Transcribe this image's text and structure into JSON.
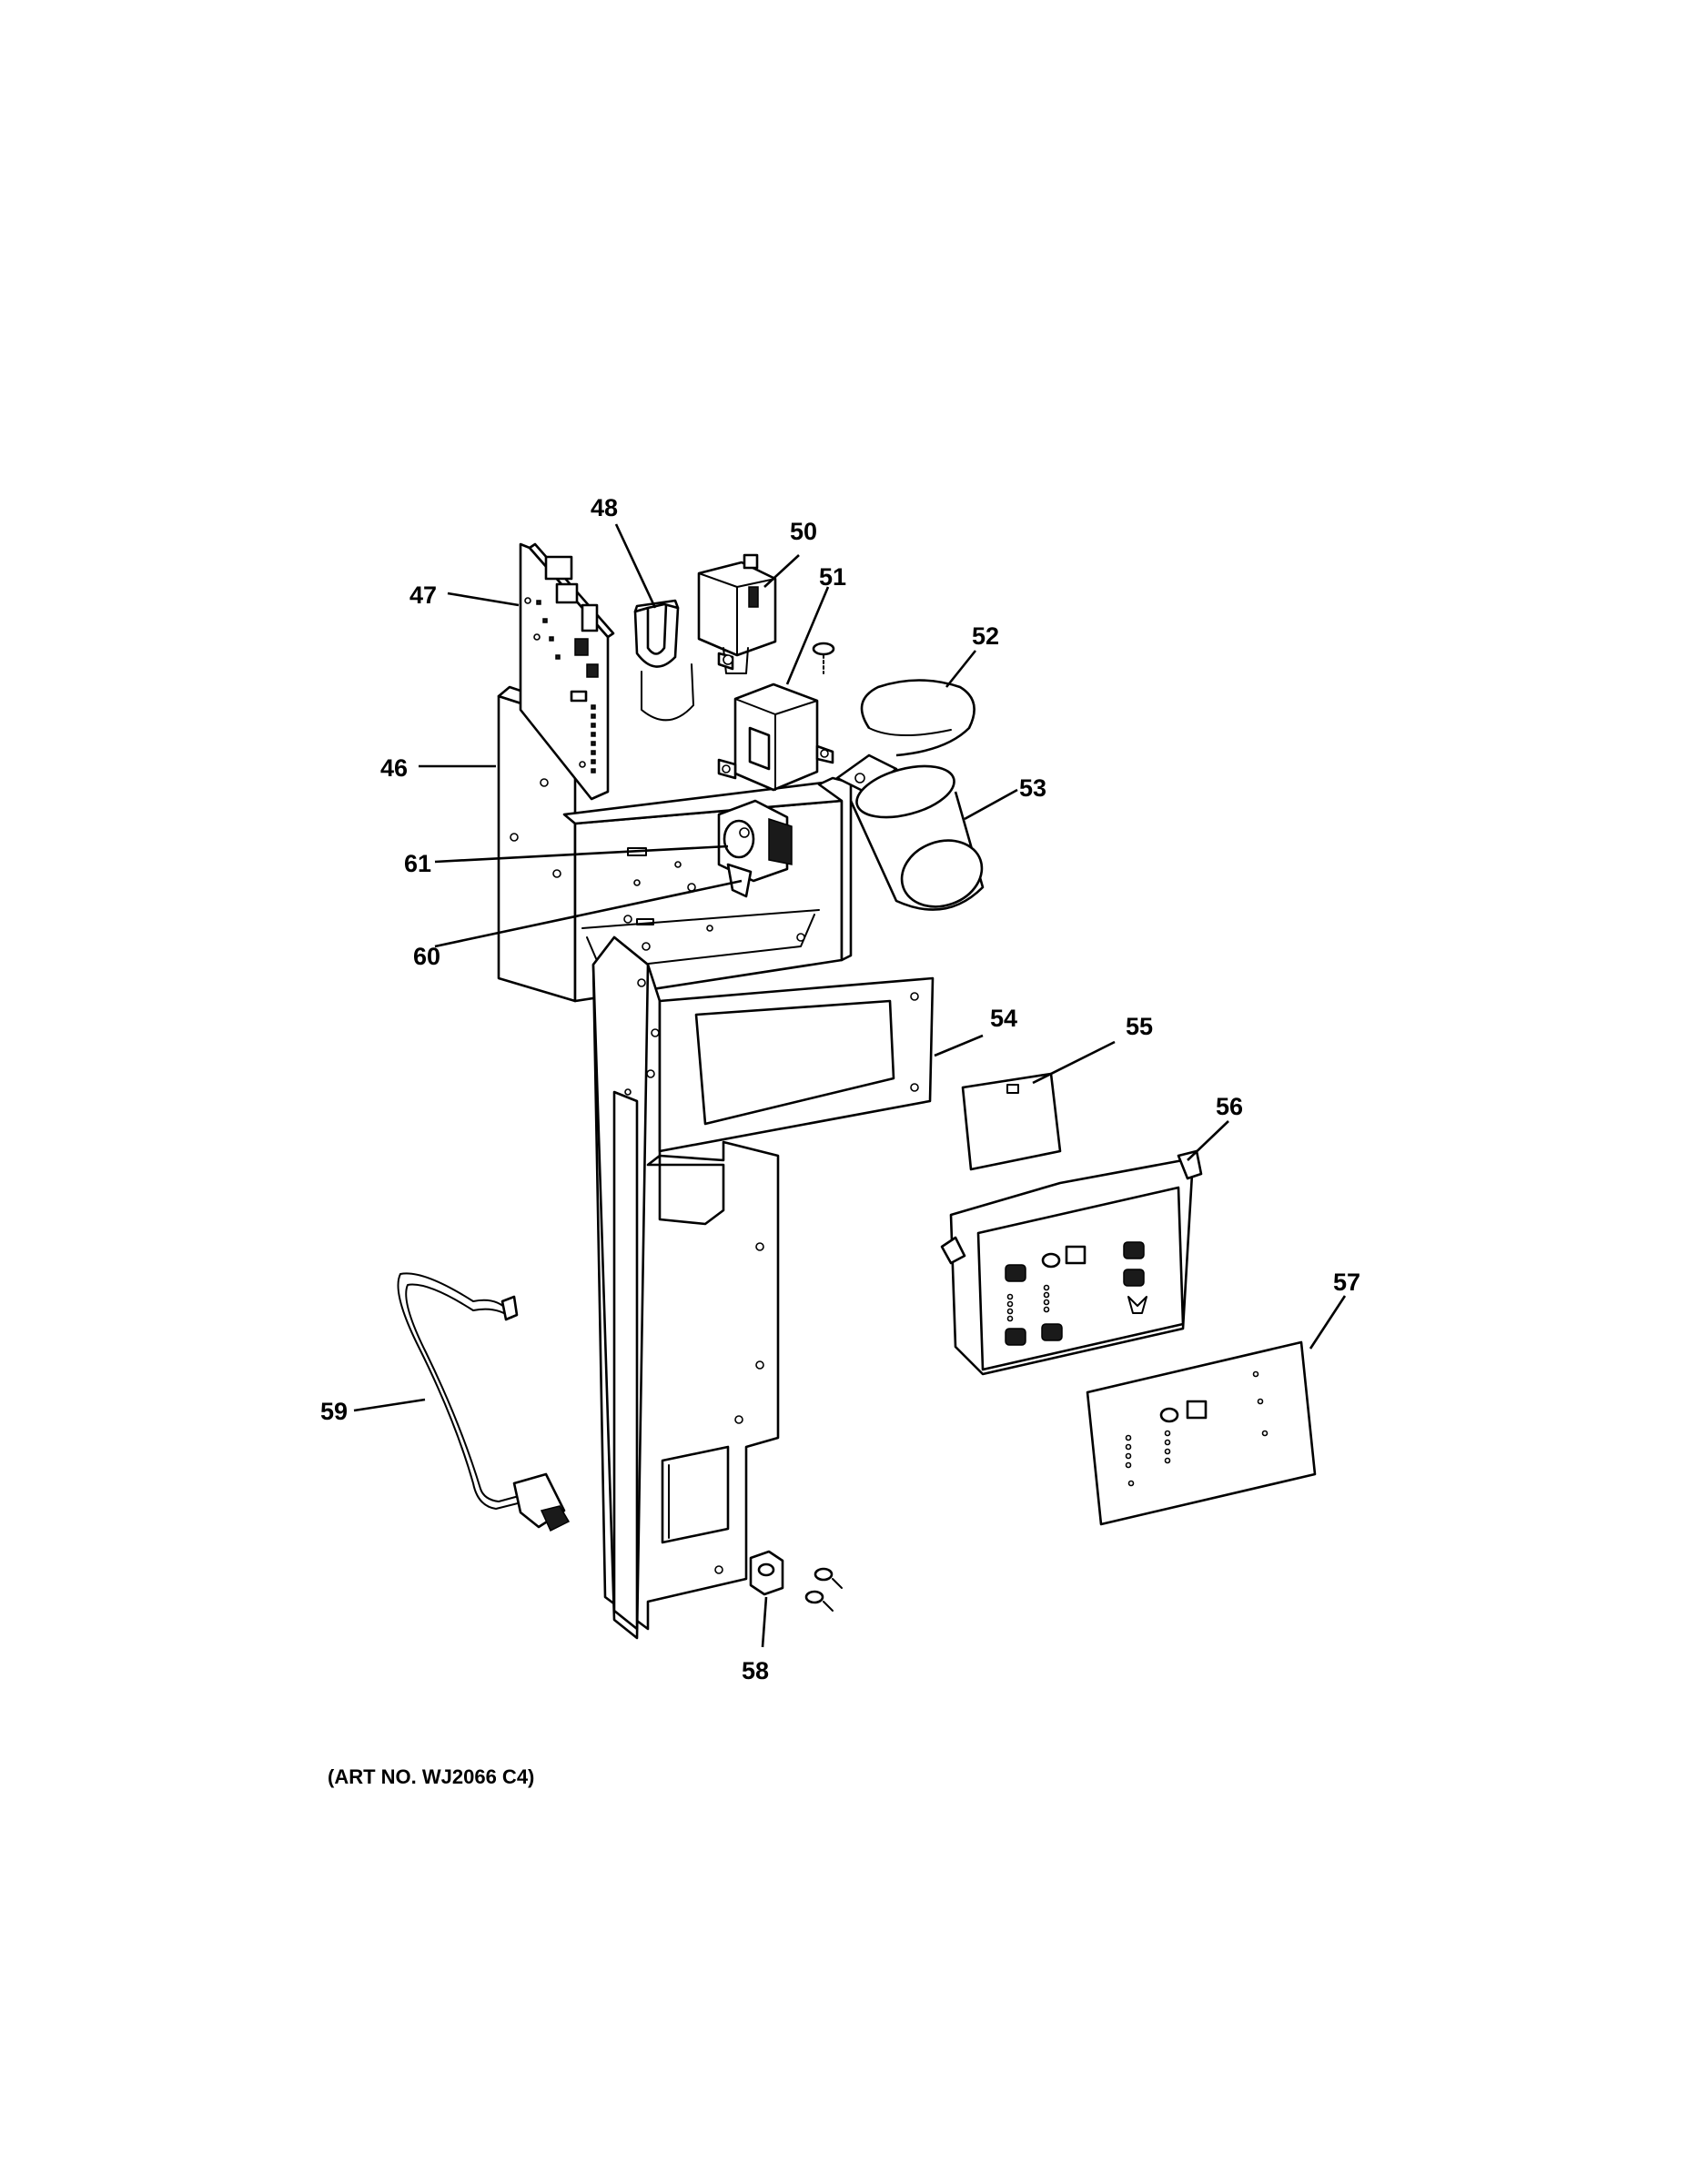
{
  "callouts": {
    "c46": "46",
    "c47": "47",
    "c48": "48",
    "c50": "50",
    "c51": "51",
    "c52": "52",
    "c53": "53",
    "c54": "54",
    "c55": "55",
    "c56": "56",
    "c57": "57",
    "c58": "58",
    "c59": "59",
    "c60": "60",
    "c61": "61"
  },
  "art_number": "(ART NO. WJ2066 C4)"
}
